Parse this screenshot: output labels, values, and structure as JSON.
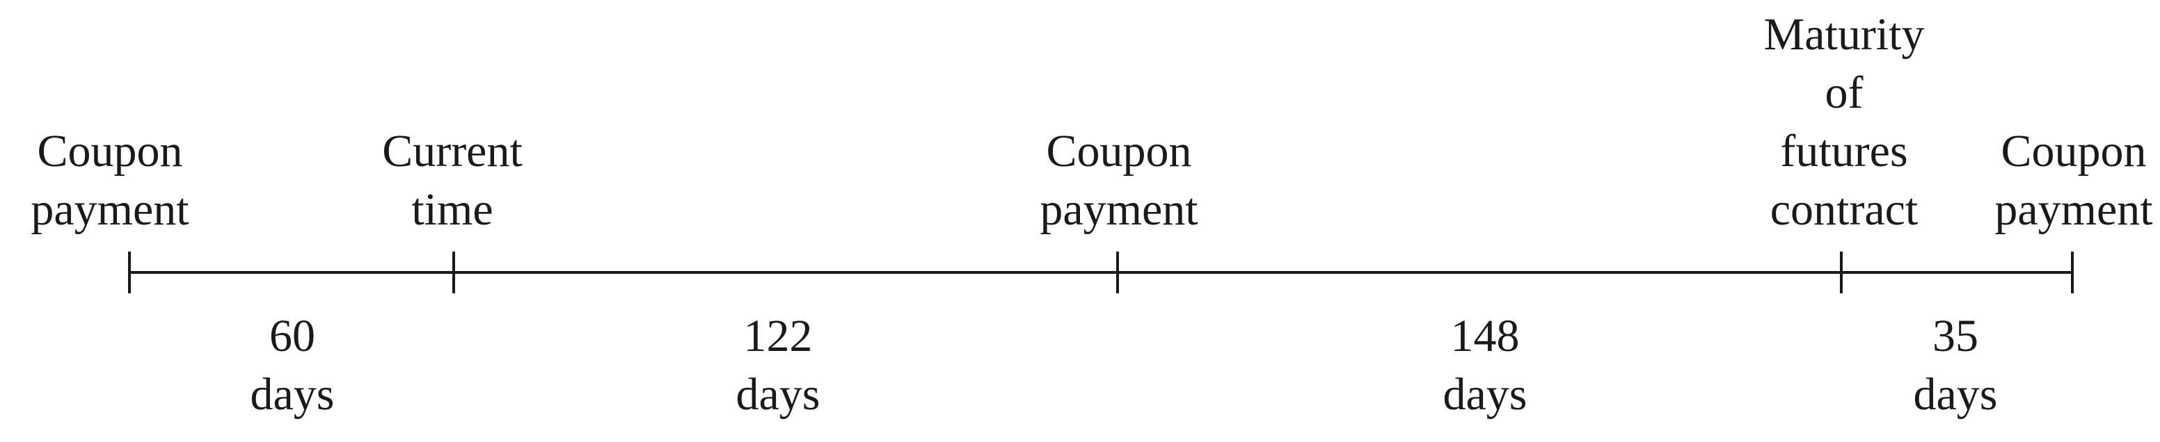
{
  "events": [
    {
      "lines": [
        "Coupon",
        "payment"
      ]
    },
    {
      "lines": [
        "Current",
        "time"
      ]
    },
    {
      "lines": [
        "Coupon",
        "payment"
      ]
    },
    {
      "lines": [
        "Maturity",
        "of",
        "futures",
        "contract"
      ]
    },
    {
      "lines": [
        "Coupon",
        "payment"
      ]
    }
  ],
  "intervals": [
    {
      "value": "60",
      "unit": "days"
    },
    {
      "value": "122",
      "unit": "days"
    },
    {
      "value": "148",
      "unit": "days"
    },
    {
      "value": "35",
      "unit": "days"
    }
  ],
  "colors": {
    "line": "#1a1a1a",
    "text": "#1a1a1a"
  }
}
